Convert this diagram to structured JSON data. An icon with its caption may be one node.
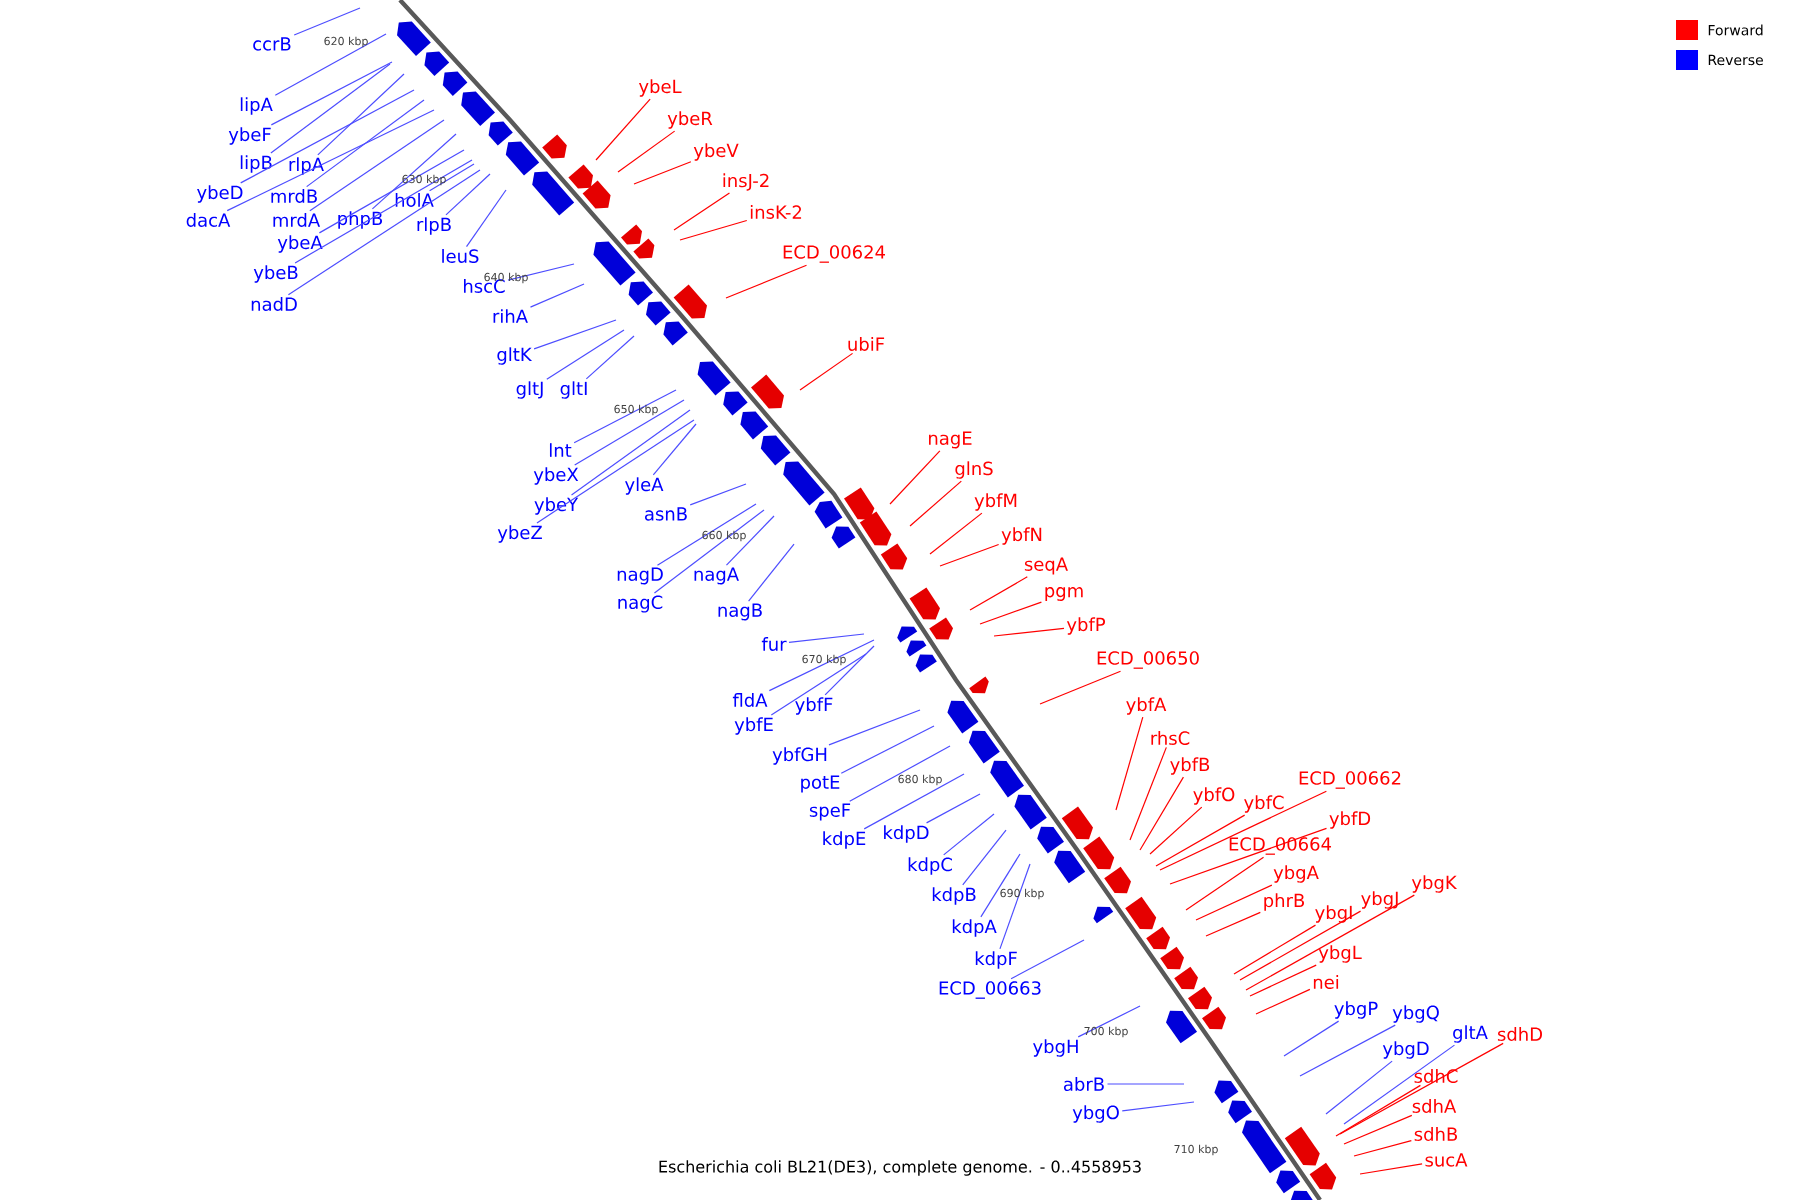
{
  "diagram": {
    "caption": "Escherichia coli BL21(DE3), complete genome. - 0..4558953",
    "nodes": [
      {
        "text": [
          "ccrB"
        ]
      },
      {
        "text": [
          "lipA"
        ]
      },
      {
        "text": [
          "ybeF"
        ]
      },
      {
        "text": [
          "lipB"
        ]
      },
      {
        "text": [
          "rlpA"
        ]
      },
      {
        "text": [
          "ybeD"
        ]
      },
      {
        "text": [
          "mrdB"
        ]
      },
      {
        "text": [
          "dacA"
        ]
      },
      {
        "text": [
          "mrdA"
        ]
      },
      {
        "text": [
          "phpB"
        ]
      },
      {
        "text": [
          "holA"
        ]
      },
      {
        "text": [
          "ybeA"
        ]
      },
      {
        "text": [
          "rlpB"
        ]
      },
      {
        "text": [
          "ybeB"
        ]
      },
      {
        "text": [
          "leuS"
        ]
      },
      {
        "text": [
          "nadD"
        ]
      },
      {
        "text": [
          "hscC"
        ]
      },
      {
        "text": [
          "rihA"
        ]
      },
      {
        "text": [
          "gltK"
        ]
      },
      {
        "text": [
          "gltJ"
        ]
      },
      {
        "text": [
          "gltI"
        ]
      },
      {
        "text": [
          "lnt"
        ]
      },
      {
        "text": [
          "ybeX"
        ]
      },
      {
        "text": [
          "ybeY"
        ]
      },
      {
        "text": [
          "yleA"
        ]
      },
      {
        "text": [
          "ybeZ"
        ]
      },
      {
        "text": [
          "asnB"
        ]
      },
      {
        "text": [
          "nagD"
        ]
      },
      {
        "text": [
          "nagA"
        ]
      },
      {
        "text": [
          "nagC"
        ]
      },
      {
        "text": [
          "nagB"
        ]
      },
      {
        "text": [
          "fur"
        ]
      },
      {
        "text": [
          "fldA"
        ]
      },
      {
        "text": [
          "ybfF"
        ]
      },
      {
        "text": [
          "ybfE"
        ]
      },
      {
        "text": [
          "ybfGH"
        ]
      },
      {
        "text": [
          "potE"
        ]
      },
      {
        "text": [
          "speF"
        ]
      },
      {
        "text": [
          "kdpE"
        ]
      },
      {
        "text": [
          "kdpD"
        ]
      },
      {
        "text": [
          "kdpC"
        ]
      },
      {
        "text": [
          "kdpB"
        ]
      },
      {
        "text": [
          "kdpA"
        ]
      },
      {
        "text": [
          "kdpF"
        ]
      },
      {
        "text": [
          "ECD_00663"
        ]
      },
      {
        "text": [
          "ybgH"
        ]
      },
      {
        "text": [
          "abrB"
        ]
      },
      {
        "text": [
          "ybgO"
        ]
      },
      {
        "text": [
          "ybgP"
        ]
      },
      {
        "text": [
          "ybgQ"
        ]
      },
      {
        "text": [
          "ybgD"
        ]
      },
      {
        "text": [
          "gltA"
        ]
      },
      {
        "text": [
          "ybeL"
        ]
      },
      {
        "text": [
          "ybeR"
        ]
      },
      {
        "text": [
          "ybeV"
        ]
      },
      {
        "text": [
          "insJ-2"
        ]
      },
      {
        "text": [
          "insK-2"
        ]
      },
      {
        "text": [
          "ECD_00624"
        ]
      },
      {
        "text": [
          "ubiF"
        ]
      },
      {
        "text": [
          "nagE"
        ]
      },
      {
        "text": [
          "glnS"
        ]
      },
      {
        "text": [
          "ybfM"
        ]
      },
      {
        "text": [
          "ybfN"
        ]
      },
      {
        "text": [
          "seqA"
        ]
      },
      {
        "text": [
          "pgm"
        ]
      },
      {
        "text": [
          "ybfP"
        ]
      },
      {
        "text": [
          "ECD_00650"
        ]
      },
      {
        "text": [
          "ybfA"
        ]
      },
      {
        "text": [
          "rhsC"
        ]
      },
      {
        "text": [
          "ybfB"
        ]
      },
      {
        "text": [
          "ybfO"
        ]
      },
      {
        "text": [
          "ybfC"
        ]
      },
      {
        "text": [
          "ECD_00662"
        ]
      },
      {
        "text": [
          "ybfD"
        ]
      },
      {
        "text": [
          "ECD_00664"
        ]
      },
      {
        "text": [
          "ybgA"
        ]
      },
      {
        "text": [
          "phrB"
        ]
      },
      {
        "text": [
          "ybgI"
        ]
      },
      {
        "text": [
          "ybgJ"
        ]
      },
      {
        "text": [
          "ybgK"
        ]
      },
      {
        "text": [
          "ybgL"
        ]
      },
      {
        "text": [
          "nei"
        ]
      },
      {
        "text": [
          "sdhD"
        ]
      },
      {
        "text": [
          "sdhC"
        ]
      },
      {
        "text": [
          "sdhA"
        ]
      },
      {
        "text": [
          "sdhB"
        ]
      },
      {
        "text": [
          "sucA"
        ]
      }
    ],
    "edges": [
      {
        "from": 0,
        "to": null,
        "arrow": "none"
      },
      {
        "from": 1,
        "to": null,
        "arrow": "none"
      },
      {
        "from": 2,
        "to": null,
        "arrow": "none"
      },
      {
        "from": 3,
        "to": null,
        "arrow": "none"
      },
      {
        "from": 4,
        "to": null,
        "arrow": "none"
      },
      {
        "from": 5,
        "to": null,
        "arrow": "none"
      },
      {
        "from": 6,
        "to": null,
        "arrow": "none"
      },
      {
        "from": 7,
        "to": null,
        "arrow": "none"
      },
      {
        "from": 8,
        "to": null,
        "arrow": "none"
      },
      {
        "from": 9,
        "to": null,
        "arrow": "none"
      },
      {
        "from": 10,
        "to": null,
        "arrow": "none"
      },
      {
        "from": 11,
        "to": null,
        "arrow": "none"
      },
      {
        "from": 12,
        "to": null,
        "arrow": "none"
      },
      {
        "from": 13,
        "to": null,
        "arrow": "none"
      },
      {
        "from": 14,
        "to": null,
        "arrow": "none"
      },
      {
        "from": 15,
        "to": null,
        "arrow": "none"
      },
      {
        "from": 16,
        "to": null,
        "arrow": "none"
      },
      {
        "from": 17,
        "to": null,
        "arrow": "none"
      },
      {
        "from": 18,
        "to": null,
        "arrow": "none"
      },
      {
        "from": 19,
        "to": null,
        "arrow": "none"
      },
      {
        "from": 20,
        "to": null,
        "arrow": "none"
      },
      {
        "from": 21,
        "to": null,
        "arrow": "none"
      },
      {
        "from": 22,
        "to": null,
        "arrow": "none"
      },
      {
        "from": 23,
        "to": null,
        "arrow": "none"
      },
      {
        "from": 24,
        "to": null,
        "arrow": "none"
      },
      {
        "from": 25,
        "to": null,
        "arrow": "none"
      },
      {
        "from": 26,
        "to": null,
        "arrow": "none"
      },
      {
        "from": 27,
        "to": null,
        "arrow": "none"
      },
      {
        "from": 28,
        "to": null,
        "arrow": "none"
      },
      {
        "from": 29,
        "to": null,
        "arrow": "none"
      },
      {
        "from": 30,
        "to": null,
        "arrow": "none"
      },
      {
        "from": 31,
        "to": null,
        "arrow": "none"
      },
      {
        "from": 32,
        "to": null,
        "arrow": "none"
      },
      {
        "from": 33,
        "to": null,
        "arrow": "none"
      },
      {
        "from": 34,
        "to": null,
        "arrow": "none"
      },
      {
        "from": 35,
        "to": null,
        "arrow": "none"
      },
      {
        "from": 36,
        "to": null,
        "arrow": "none"
      },
      {
        "from": 37,
        "to": null,
        "arrow": "none"
      },
      {
        "from": 38,
        "to": null,
        "arrow": "none"
      },
      {
        "from": 39,
        "to": null,
        "arrow": "none"
      },
      {
        "from": 40,
        "to": null,
        "arrow": "none"
      },
      {
        "from": 41,
        "to": null,
        "arrow": "none"
      },
      {
        "from": 42,
        "to": null,
        "arrow": "none"
      },
      {
        "from": 43,
        "to": null,
        "arrow": "none"
      },
      {
        "from": 44,
        "to": null,
        "arrow": "none"
      },
      {
        "from": 45,
        "to": null,
        "arrow": "none"
      },
      {
        "from": 46,
        "to": null,
        "arrow": "none"
      },
      {
        "from": 47,
        "to": null,
        "arrow": "none"
      },
      {
        "from": 48,
        "to": null,
        "arrow": "none"
      },
      {
        "from": 49,
        "to": null,
        "arrow": "none"
      },
      {
        "from": 50,
        "to": null,
        "arrow": "none"
      },
      {
        "from": 51,
        "to": null,
        "arrow": "none"
      },
      {
        "from": 52,
        "to": null,
        "arrow": "none",
        "color": "#ff0000"
      },
      {
        "from": 53,
        "to": null,
        "arrow": "none",
        "color": "#ff0000"
      },
      {
        "from": 54,
        "to": null,
        "arrow": "none",
        "color": "#ff0000"
      },
      {
        "from": 55,
        "to": null,
        "arrow": "none",
        "color": "#ff0000"
      },
      {
        "from": 56,
        "to": null,
        "arrow": "none",
        "color": "#ff0000"
      },
      {
        "from": 57,
        "to": null,
        "arrow": "none",
        "color": "#ff0000"
      },
      {
        "from": 58,
        "to": null,
        "arrow": "none",
        "color": "#ff0000"
      },
      {
        "from": 59,
        "to": null,
        "arrow": "none",
        "color": "#ff0000"
      },
      {
        "from": 60,
        "to": null,
        "arrow": "none",
        "color": "#ff0000"
      },
      {
        "from": 61,
        "to": null,
        "arrow": "none",
        "color": "#ff0000"
      },
      {
        "from": 62,
        "to": null,
        "arrow": "none",
        "color": "#ff0000"
      },
      {
        "from": 63,
        "to": null,
        "arrow": "none",
        "color": "#ff0000"
      },
      {
        "from": 64,
        "to": null,
        "arrow": "none",
        "color": "#ff0000"
      },
      {
        "from": 65,
        "to": null,
        "arrow": "none",
        "color": "#ff0000"
      },
      {
        "from": 66,
        "to": null,
        "arrow": "none",
        "color": "#ff0000"
      },
      {
        "from": 67,
        "to": null,
        "arrow": "none",
        "color": "#ff0000"
      },
      {
        "from": 68,
        "to": null,
        "arrow": "none",
        "color": "#ff0000"
      },
      {
        "from": 69,
        "to": null,
        "arrow": "none",
        "color": "#ff0000"
      },
      {
        "from": 70,
        "to": null,
        "arrow": "none",
        "color": "#ff0000"
      },
      {
        "from": 71,
        "to": null,
        "arrow": "none",
        "color": "#ff0000"
      },
      {
        "from": 72,
        "to": null,
        "arrow": "none",
        "color": "#ff0000"
      },
      {
        "from": 73,
        "to": null,
        "arrow": "none",
        "color": "#ff0000"
      },
      {
        "from": 74,
        "to": null,
        "arrow": "none",
        "color": "#ff0000"
      },
      {
        "from": 75,
        "to": null,
        "arrow": "none",
        "color": "#ff0000"
      },
      {
        "from": 76,
        "to": null,
        "arrow": "none",
        "color": "#ff0000"
      },
      {
        "from": 77,
        "to": null,
        "arrow": "none",
        "color": "#ff0000"
      },
      {
        "from": 78,
        "to": null,
        "arrow": "none",
        "color": "#ff0000"
      },
      {
        "from": 79,
        "to": null,
        "arrow": "none",
        "color": "#ff0000"
      },
      {
        "from": 80,
        "to": null,
        "arrow": "none",
        "color": "#ff0000"
      },
      {
        "from": 81,
        "to": null,
        "arrow": "none",
        "color": "#ff0000"
      },
      {
        "from": 82,
        "to": null,
        "arrow": "none",
        "color": "#ff0000"
      },
      {
        "from": 83,
        "to": null,
        "arrow": "none",
        "color": "#ff0000"
      },
      {
        "from": 84,
        "to": null,
        "arrow": "none",
        "color": "#ff0000"
      },
      {
        "from": 85,
        "to": null,
        "arrow": "none",
        "color": "#ff0000"
      },
      {
        "from": 86,
        "to": null,
        "arrow": "none",
        "color": "#ff0000"
      }
    ],
    "labels": [
      "620 kbp",
      "630 kbp",
      "640 kbp",
      "650 kbp",
      "660 kbp",
      "670 kbp",
      "680 kbp",
      "690 kbp",
      "700 kbp",
      "710 kbp"
    ],
    "legend": [
      {
        "text": "Forward",
        "color": "#ff0000"
      },
      {
        "text": "Reverse",
        "color": "#0000ff"
      }
    ]
  }
}
